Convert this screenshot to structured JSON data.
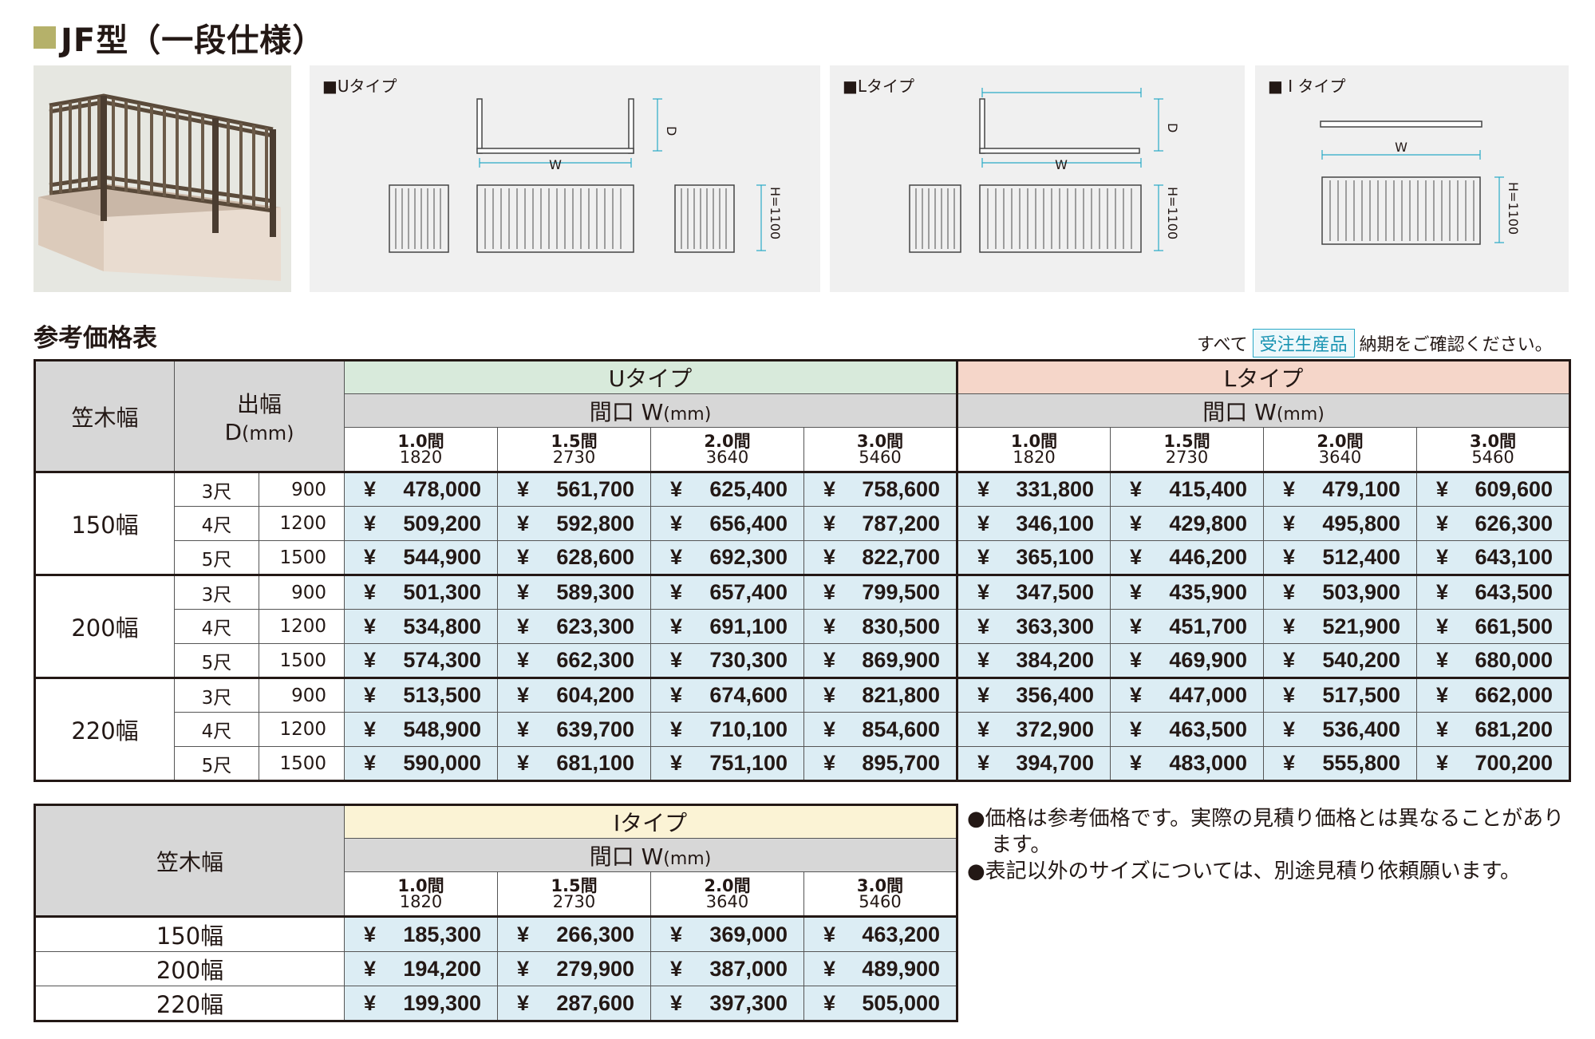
{
  "title": "JF型（一段仕様）",
  "diagram_panels": {
    "u": {
      "label": "■Uタイプ",
      "w": "W",
      "d": "D",
      "h": "H=1100"
    },
    "l": {
      "label": "■Lタイプ",
      "w": "W",
      "d": "D",
      "h": "H=1100"
    },
    "i": {
      "label": "■ I タイプ",
      "w": "W",
      "h": "H=1100"
    }
  },
  "section_title": "参考価格表",
  "note": {
    "prefix": "すべて",
    "badge": "受注生産品",
    "suffix": "納期をご確認ください。"
  },
  "table1": {
    "col_kasagi": "笠木幅",
    "col_dehaba_1": "出幅",
    "col_dehaba_2": "D",
    "col_dehaba_unit": "(mm)",
    "u_type": "Uタイプ",
    "l_type": "Lタイプ",
    "maguchi": "間口 W",
    "maguchi_unit": "(mm)",
    "widths": [
      {
        "ken": "1.0間",
        "mm": "1820"
      },
      {
        "ken": "1.5間",
        "mm": "2730"
      },
      {
        "ken": "2.0間",
        "mm": "3640"
      },
      {
        "ken": "3.0間",
        "mm": "5460"
      }
    ],
    "yen": "¥",
    "groups": [
      {
        "label": "150幅",
        "rows": [
          {
            "shaku": "3尺",
            "d": "900",
            "u": [
              "478,000",
              "561,700",
              "625,400",
              "758,600"
            ],
            "l": [
              "331,800",
              "415,400",
              "479,100",
              "609,600"
            ]
          },
          {
            "shaku": "4尺",
            "d": "1200",
            "u": [
              "509,200",
              "592,800",
              "656,400",
              "787,200"
            ],
            "l": [
              "346,100",
              "429,800",
              "495,800",
              "626,300"
            ]
          },
          {
            "shaku": "5尺",
            "d": "1500",
            "u": [
              "544,900",
              "628,600",
              "692,300",
              "822,700"
            ],
            "l": [
              "365,100",
              "446,200",
              "512,400",
              "643,100"
            ]
          }
        ]
      },
      {
        "label": "200幅",
        "rows": [
          {
            "shaku": "3尺",
            "d": "900",
            "u": [
              "501,300",
              "589,300",
              "657,400",
              "799,500"
            ],
            "l": [
              "347,500",
              "435,900",
              "503,900",
              "643,500"
            ]
          },
          {
            "shaku": "4尺",
            "d": "1200",
            "u": [
              "534,800",
              "623,300",
              "691,100",
              "830,500"
            ],
            "l": [
              "363,300",
              "451,700",
              "521,900",
              "661,500"
            ]
          },
          {
            "shaku": "5尺",
            "d": "1500",
            "u": [
              "574,300",
              "662,300",
              "730,300",
              "869,900"
            ],
            "l": [
              "384,200",
              "469,900",
              "540,200",
              "680,000"
            ]
          }
        ]
      },
      {
        "label": "220幅",
        "rows": [
          {
            "shaku": "3尺",
            "d": "900",
            "u": [
              "513,500",
              "604,200",
              "674,600",
              "821,800"
            ],
            "l": [
              "356,400",
              "447,000",
              "517,500",
              "662,000"
            ]
          },
          {
            "shaku": "4尺",
            "d": "1200",
            "u": [
              "548,900",
              "639,700",
              "710,100",
              "854,600"
            ],
            "l": [
              "372,900",
              "463,500",
              "536,400",
              "681,200"
            ]
          },
          {
            "shaku": "5尺",
            "d": "1500",
            "u": [
              "590,000",
              "681,100",
              "751,100",
              "895,700"
            ],
            "l": [
              "394,700",
              "483,000",
              "555,800",
              "700,200"
            ]
          }
        ]
      }
    ]
  },
  "table2": {
    "col_kasagi": "笠木幅",
    "i_type": "Iタイプ",
    "maguchi": "間口 W",
    "maguchi_unit": "(mm)",
    "rows": [
      {
        "label": "150幅",
        "prices": [
          "185,300",
          "266,300",
          "369,000",
          "463,200"
        ]
      },
      {
        "label": "200幅",
        "prices": [
          "194,200",
          "279,900",
          "387,000",
          "489,900"
        ]
      },
      {
        "label": "220幅",
        "prices": [
          "199,300",
          "287,600",
          "397,300",
          "505,000"
        ]
      }
    ]
  },
  "bullets": [
    "●価格は参考価格です。実際の見積り価格とは異なることがあります。",
    "●表記以外のサイズについては、別途見積り依頼願います。"
  ]
}
